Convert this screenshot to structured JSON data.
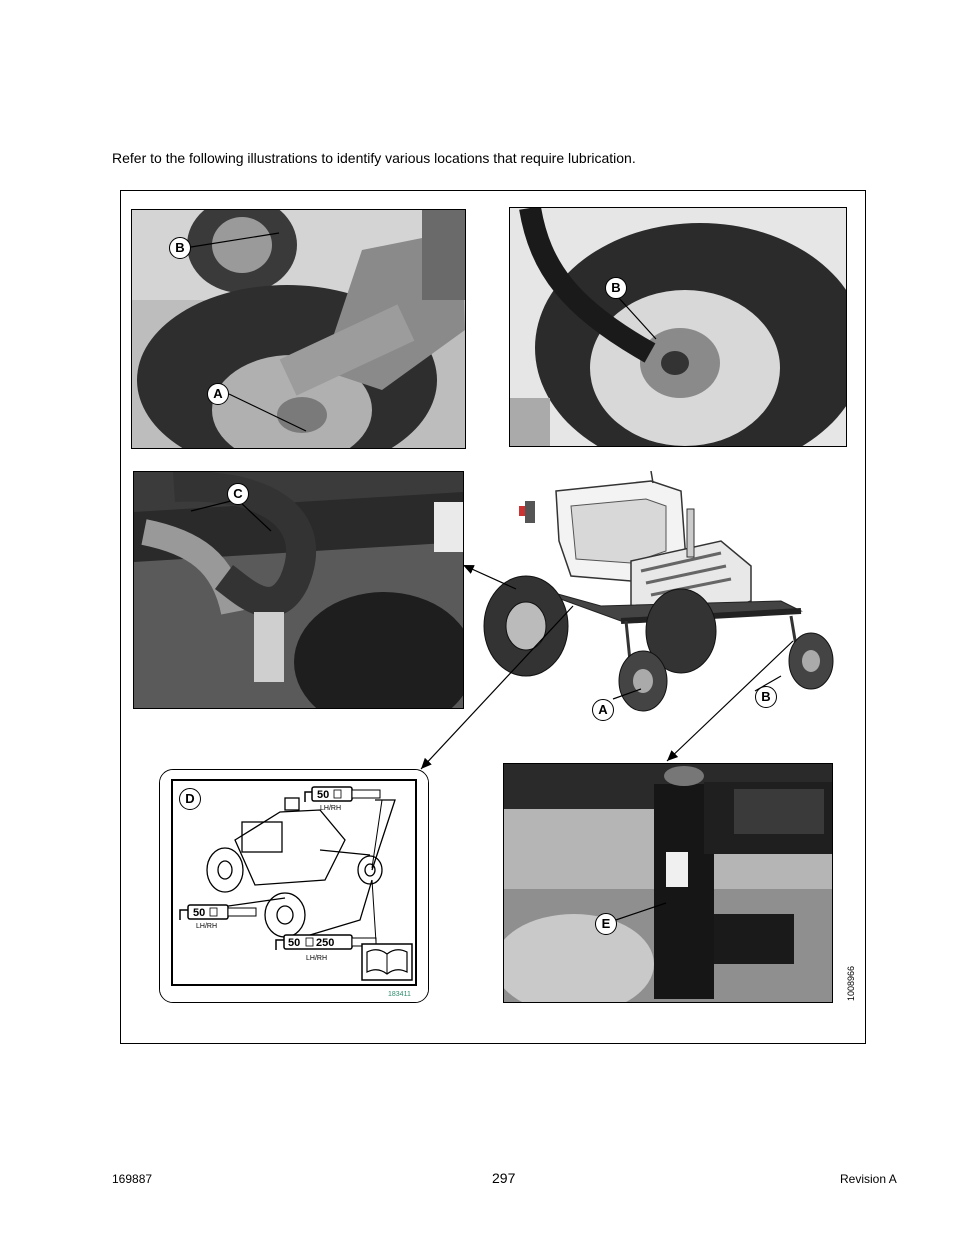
{
  "intro_text": "Refer to the following illustrations to identify various locations that require lubrication.",
  "callouts": {
    "panel1_b": "B",
    "panel1_a": "A",
    "panel2_b": "B",
    "panel3_c": "C",
    "main_a": "A",
    "main_b": "B",
    "decal_d": "D",
    "panel5_e": "E"
  },
  "decal": {
    "top_value": "50",
    "top_side": "LH/RH",
    "left_value": "50",
    "left_side": "LH/RH",
    "bottom_value": "50",
    "bottom_interval": "250",
    "bottom_side": "LH/RH",
    "part_number": "183411"
  },
  "figure_number": "1008966",
  "footer": {
    "doc_number": "169887",
    "page_number": "297",
    "revision": "Revision A"
  }
}
